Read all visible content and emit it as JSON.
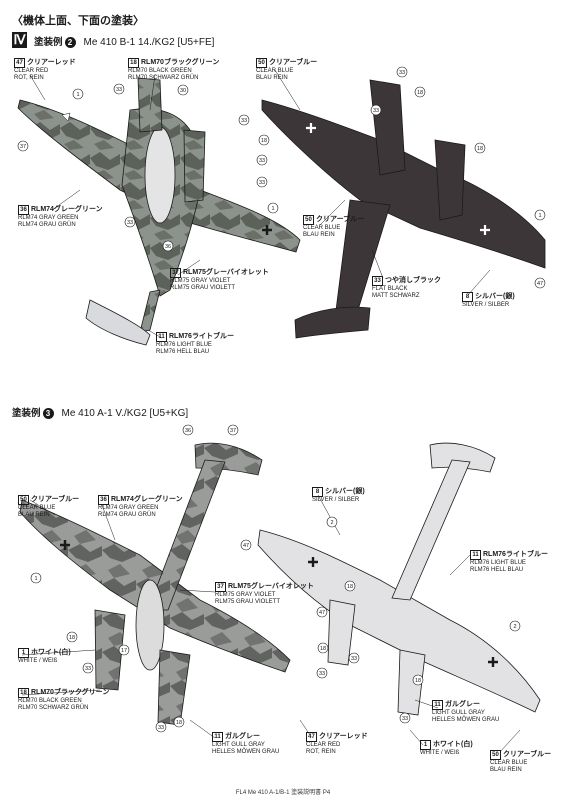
{
  "header": {
    "section_title": "〈機体上面、下面の塗装〉",
    "roman": "Ⅳ"
  },
  "scheme2": {
    "label": "塗装例",
    "num": "2",
    "title": "Me 410 B-1 14./KG2 [U5+FE]"
  },
  "scheme3": {
    "label": "塗装例",
    "num": "3",
    "title": "Me 410 A-1 V./KG2 [U5+KG]"
  },
  "colors": {
    "gray_green": "#8c938c",
    "black_green": "#4a4d49",
    "gray_violet": "#8a868c",
    "light_blue": "#e8ecef",
    "flat_black": "#3d3638",
    "light_gull": "#d2d2d4",
    "ink": "#1a1a1a"
  },
  "callouts": {
    "c47a": {
      "num": "47",
      "jp": "クリアーレッド",
      "en": "CLEAR RED",
      "de": "ROT, REIN"
    },
    "c18a": {
      "num": "18",
      "jp": "RLM70ブラックグリーン",
      "en": "RLM70 BLACK GREEN",
      "de": "RLM70 SCHWARZ GRÜN"
    },
    "c50a": {
      "num": "50",
      "jp": "クリアーブルー",
      "en": "CLEAR BLUE",
      "de": "BLAU REIN"
    },
    "c36a": {
      "num": "36",
      "jp": "RLM74グレーグリーン",
      "en": "RLM74 GRAY GREEN",
      "de": "RLM74 GRAU GRÜN"
    },
    "c50b": {
      "num": "50",
      "jp": "クリアーブルー",
      "en": "CLEAR BLUE",
      "de": "BLAU REIN"
    },
    "c33a": {
      "num": "33",
      "jp": "つや消しブラック",
      "en": "FLAT BLACK",
      "de": "MATT SCHWARZ"
    },
    "c37a": {
      "num": "37",
      "jp": "RLM75グレーバイオレット",
      "en": "RLM75 GRAY VIOLET",
      "de": "RLM75 GRAU VIOLETT"
    },
    "c8a": {
      "num": "8",
      "jp": "シルバー(銀)",
      "en": "SILVER / SILBER"
    },
    "c11a": {
      "num": "11",
      "jp": "RLM76ライトブルー",
      "en": "RLM76 LIGHT BLUE",
      "de": "RLM76 HELL BLAU"
    },
    "c50c": {
      "num": "50",
      "jp": "クリアーブルー",
      "en": "CLEAR BLUE",
      "de": "BLAU REIN"
    },
    "c36b": {
      "num": "36",
      "jp": "RLM74グレーグリーン",
      "en": "RLM74 GRAY GREEN",
      "de": "RLM74 GRAU GRÜN"
    },
    "c8b": {
      "num": "8",
      "jp": "シルバー(銀)",
      "en": "SILVER / SILBER"
    },
    "c11b": {
      "num": "11",
      "jp": "RLM76ライトブルー",
      "en": "RLM76 LIGHT BLUE",
      "de": "RLM76 HELL BLAU"
    },
    "c37b": {
      "num": "37",
      "jp": "RLM75グレーバイオレット",
      "en": "RLM75 GRAY VIOLET",
      "de": "RLM75 GRAU VIOLETT"
    },
    "c1a": {
      "num": "1",
      "jp": "ホワイト(白)",
      "en": "WHITE / WEIß"
    },
    "c18b": {
      "num": "18",
      "jp": "RLM70ブラックグリーン",
      "en": "RLM70 BLACK GREEN",
      "de": "RLM70 SCHWARZ GRÜN"
    },
    "c11c": {
      "num": "11",
      "jp": "ガルグレー",
      "en": "LIGHT GULL GRAY",
      "de": "HELLES MÖWEN GRAU"
    },
    "c11d": {
      "num": "11",
      "jp": "ガルグレー",
      "en": "LIGHT GULL GRAY",
      "de": "HELLES MÖWEN GRAU"
    },
    "c47b": {
      "num": "47",
      "jp": "クリアーレッド",
      "en": "CLEAR RED",
      "de": "ROT, REIN"
    },
    "c1b": {
      "num": "1",
      "jp": "ホワイト(白)",
      "en": "WHITE / WEIß"
    },
    "c50d": {
      "num": "50",
      "jp": "クリアーブルー",
      "en": "CLEAR BLUE",
      "de": "BLAU REIN"
    }
  },
  "markers": {
    "m1": "1",
    "m2": "33",
    "m3": "30",
    "m4": "37",
    "m5": "33",
    "m6": "18",
    "m7": "33",
    "m8": "33",
    "m9": "33",
    "m10": "1",
    "m11": "36",
    "m12": "33",
    "m13": "18",
    "m14": "33",
    "m15": "18",
    "m16": "1",
    "m17": "47",
    "m18": "36",
    "m19": "37",
    "m20": "1",
    "m21": "47",
    "m22": "18",
    "m23": "17",
    "m24": "33",
    "m25": "18",
    "m26": "33",
    "m27": "18",
    "m28": "2",
    "m29": "47",
    "m30": "18",
    "m31": "33",
    "m32": "33",
    "m33": "18",
    "m34": "33",
    "m35": "2",
    "m36": "18",
    "m37": "33"
  },
  "footer": "FL4 Me 410 A-1/B-1 塗装説明書 P4"
}
